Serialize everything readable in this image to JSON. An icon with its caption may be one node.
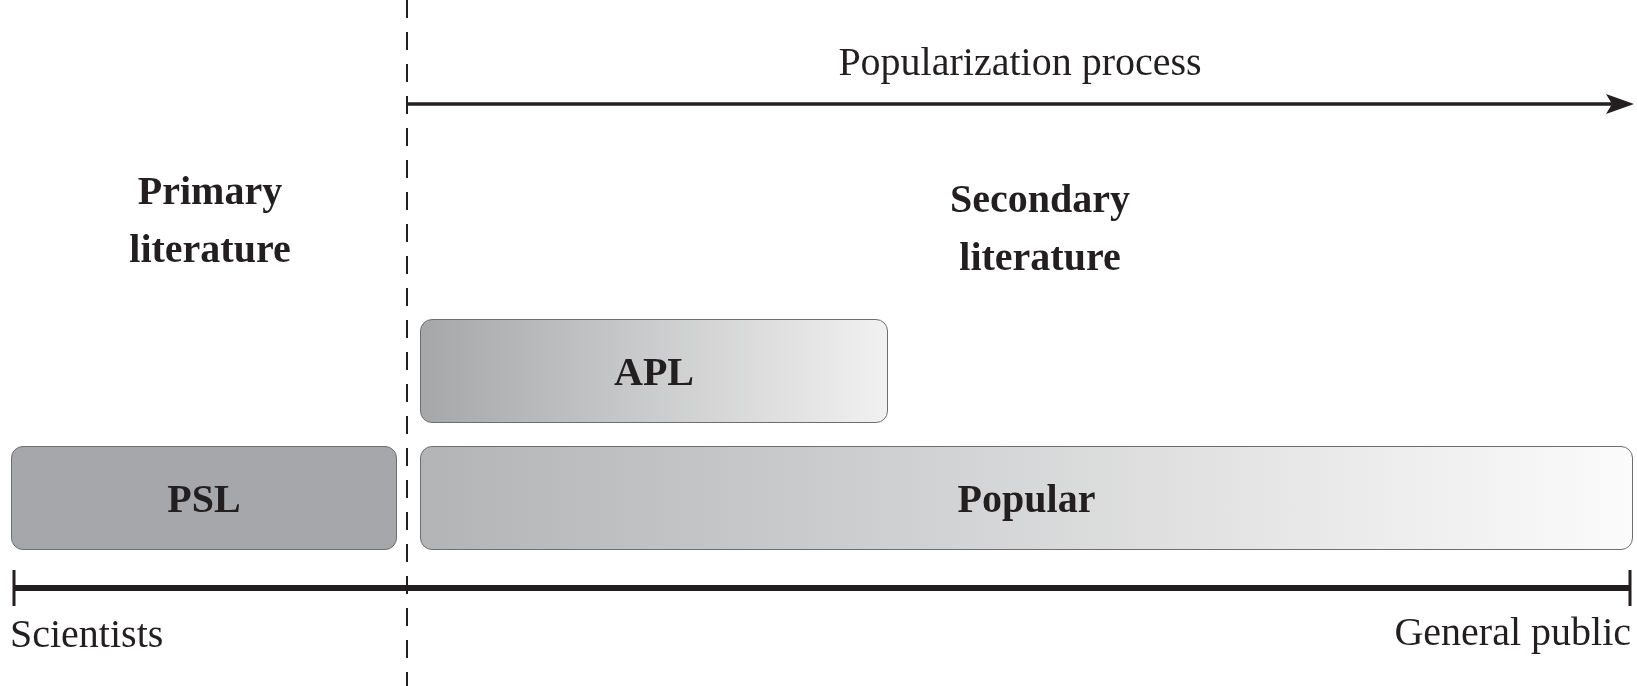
{
  "diagram": {
    "nodes": [
      {
        "text": [
          "PSL"
        ]
      },
      {
        "text": [
          "APL"
        ]
      },
      {
        "text": [
          "Popular"
        ]
      }
    ],
    "edges": [],
    "labels": [
      "Popularization process",
      "Primary literature",
      "Secondary literature",
      "Scientists",
      "General public"
    ]
  }
}
